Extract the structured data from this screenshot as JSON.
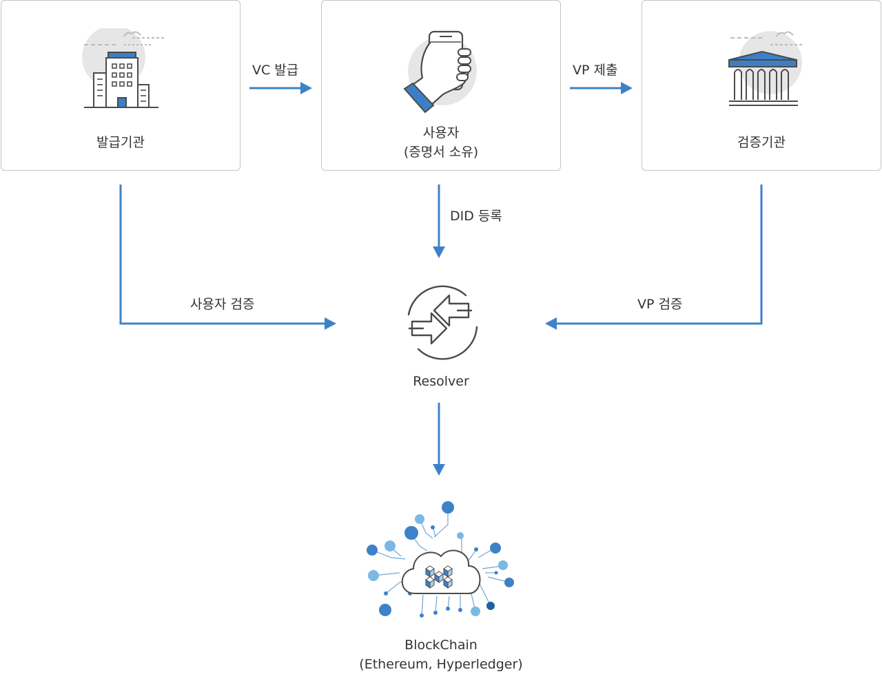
{
  "nodes": {
    "issuer": {
      "label": "발급기관"
    },
    "holder": {
      "label_line1": "사용자",
      "label_line2": "(증명서 소유)"
    },
    "verifier": {
      "label": "검증기관"
    },
    "resolver": {
      "label": "Resolver"
    },
    "blockchain": {
      "label_line1": "BlockChain",
      "label_line2": "(Ethereum, Hyperledger)"
    }
  },
  "edges": {
    "vc_issue": "VC 발급",
    "vp_submit": "VP 제출",
    "did_register": "DID 등록",
    "user_verify": "사용자 검증",
    "vp_verify": "VP 검증"
  },
  "colors": {
    "arrow": "#3d82c8",
    "accent_blue": "#3d7fc4",
    "icon_line": "#4a4a4a",
    "icon_bg": "#e6e6e6",
    "card_border": "#c4c4c4"
  },
  "icons": {
    "issuer": "office-building-icon",
    "holder": "smartphone-in-hand-icon",
    "verifier": "bank-building-icon",
    "resolver": "sync-arrows-icon",
    "blockchain": "blockchain-cloud-network-icon"
  }
}
